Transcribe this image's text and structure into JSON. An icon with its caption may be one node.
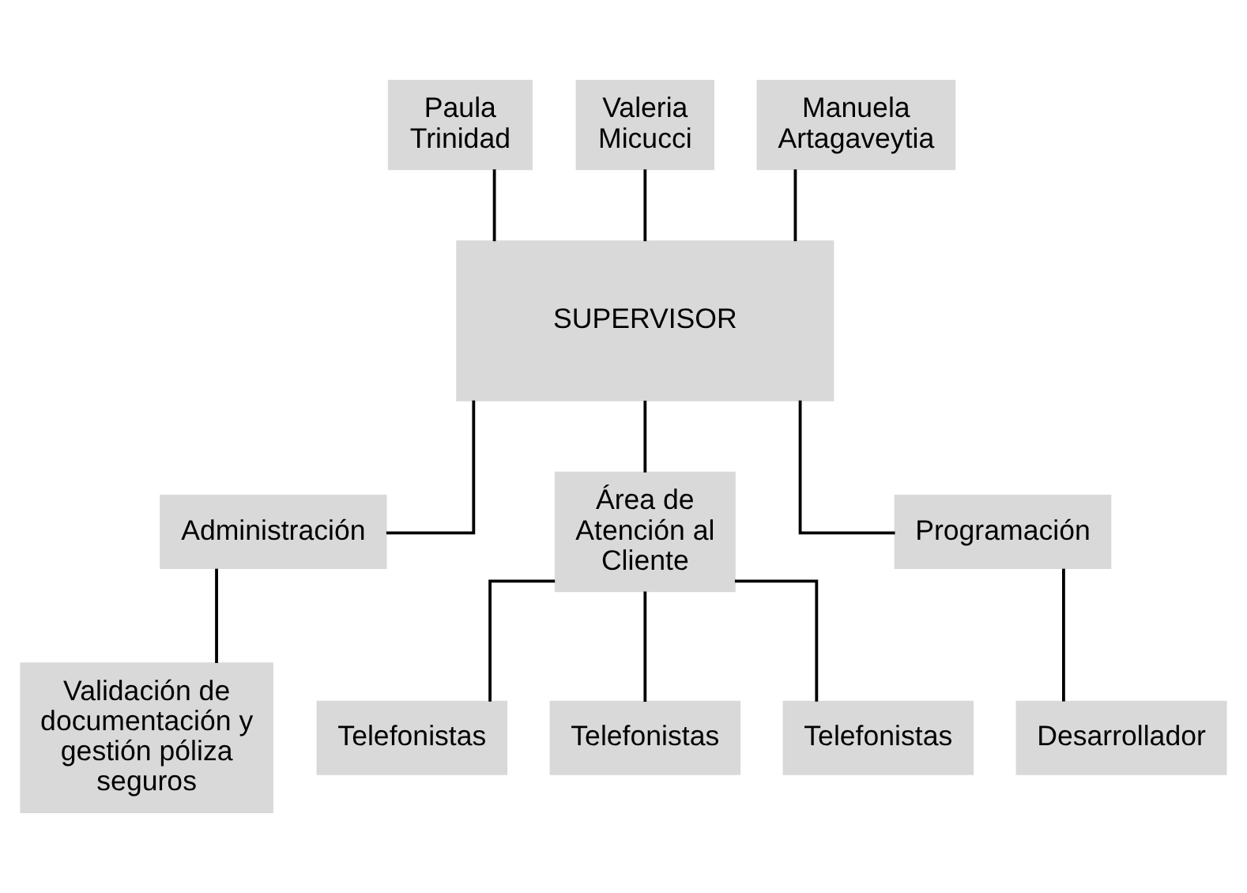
{
  "diagram": {
    "nodes": [
      {
        "text": [
          "Paula Trinidad"
        ]
      },
      {
        "text": [
          "Valeria Micucci"
        ]
      },
      {
        "text": [
          "Manuela Artagaveytia"
        ]
      },
      {
        "text": [
          "SUPERVISOR"
        ]
      },
      {
        "text": [
          "Administración"
        ]
      },
      {
        "text": [
          "Área de Atención al Cliente"
        ]
      },
      {
        "text": [
          "Programación"
        ]
      },
      {
        "text": [
          "Validación de documentación y gestión póliza seguros"
        ]
      },
      {
        "text": [
          "Telefonistas"
        ]
      },
      {
        "text": [
          "Telefonistas"
        ]
      },
      {
        "text": [
          "Telefonistas"
        ]
      },
      {
        "text": [
          "Desarrollador"
        ]
      }
    ],
    "edges": [
      {
        "from": 0,
        "to": 3,
        "arrow": "none"
      },
      {
        "from": 1,
        "to": 3,
        "arrow": "none"
      },
      {
        "from": 2,
        "to": 3,
        "arrow": "none"
      },
      {
        "from": 3,
        "to": 4,
        "arrow": "none"
      },
      {
        "from": 3,
        "to": 5,
        "arrow": "none"
      },
      {
        "from": 3,
        "to": 6,
        "arrow": "none"
      },
      {
        "from": 4,
        "to": 7,
        "arrow": "none"
      },
      {
        "from": 5,
        "to": 8,
        "arrow": "none"
      },
      {
        "from": 5,
        "to": 9,
        "arrow": "none"
      },
      {
        "from": 5,
        "to": 10,
        "arrow": "none"
      },
      {
        "from": 6,
        "to": 11,
        "arrow": "none"
      }
    ]
  }
}
